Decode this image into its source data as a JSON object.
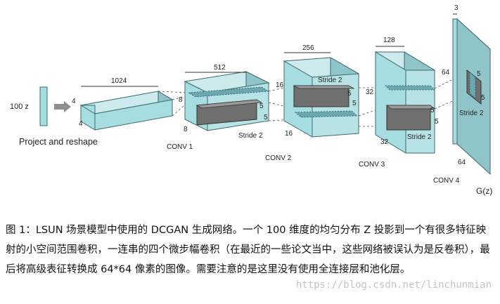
{
  "diagram": {
    "input_label": "100 z",
    "project_label": "Project and reshape",
    "block0": {
      "channels": "1024",
      "side_a": "4",
      "side_b": "4"
    },
    "conv1": {
      "name": "CONV 1",
      "channels": "512",
      "dim_a": "8",
      "dim_b": "8",
      "kernel_a": "5",
      "kernel_b": "5",
      "stride": "Stride 2"
    },
    "conv2": {
      "name": "CONV 2",
      "channels": "256",
      "dim_a": "16",
      "dim_b": "16",
      "kernel_a": "5",
      "kernel_b": "5",
      "stride": "Stride 2"
    },
    "conv3": {
      "name": "CONV 3",
      "channels": "128",
      "dim_a": "32",
      "dim_b": "32",
      "kernel_a": "5",
      "kernel_b": "5",
      "stride": "Stride 2"
    },
    "conv4": {
      "name": "CONV 4",
      "channels": "3",
      "dim_a": "64",
      "dim_b": "64",
      "kernel_a": "5",
      "kernel_b": "5",
      "stride": "Stride 2"
    },
    "output_label": "G(z)"
  },
  "caption": "图 1：LSUN 场景模型中使用的 DCGAN 生成网络。一个 100 维度的均匀分布 Z 投影到一个有很多特征映射的小空间范围卷积，一连串的四个微步幅卷积（在最近的一些论文当中，这些网络被误认为是反卷积），最后将高级表征转换成 64*64 像素的图像。需要注意的是这里没有使用全连接层和池化层。",
  "watermark": "https://blog.csdn.net/linchunmian"
}
